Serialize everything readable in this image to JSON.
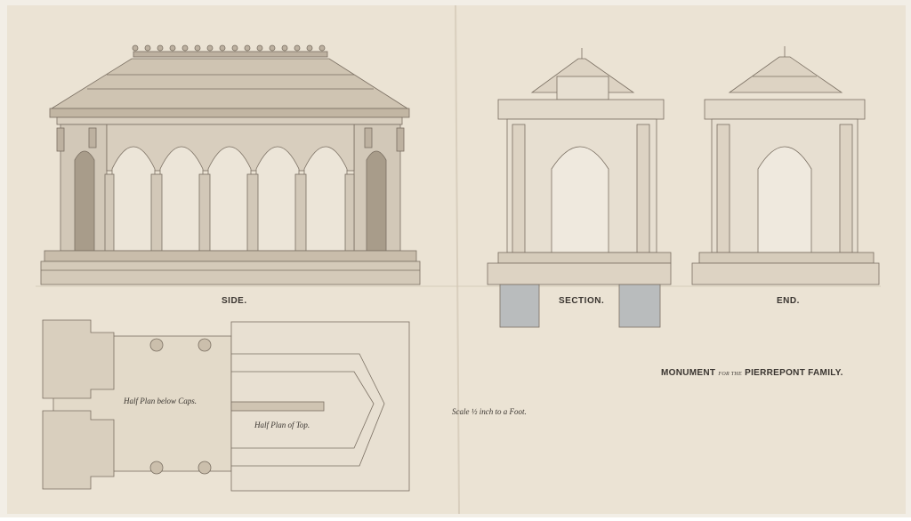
{
  "labels": {
    "side": "SIDE.",
    "section": "SECTION.",
    "end": "END.",
    "plan_below": "Half Plan below Caps.",
    "plan_top": "Half Plan of Top.",
    "scale": "Scale ½ inch to a Foot.",
    "title_a": "MONUMENT",
    "title_b": "FOR THE",
    "title_c": "PIERREPONT FAMILY."
  },
  "colors": {
    "paper": "#ebe3d4",
    "ink": "#7a6f62",
    "wash": "#cfc4b2",
    "grey_wash": "#b9bcbd"
  }
}
